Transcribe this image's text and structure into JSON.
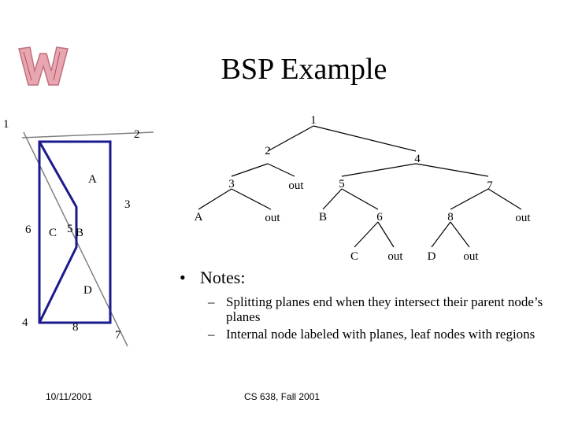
{
  "slide": {
    "title": "BSP Example"
  },
  "scene": {
    "plane_labels": [
      "1",
      "2",
      "3",
      "4",
      "5",
      "6",
      "7",
      "8"
    ],
    "region_labels": [
      "A",
      "B",
      "C",
      "D"
    ]
  },
  "tree": {
    "nodes": [
      "1",
      "2",
      "4",
      "3",
      "out",
      "5",
      "7",
      "A",
      "out",
      "B",
      "6",
      "8",
      "out",
      "C",
      "out",
      "D",
      "out"
    ]
  },
  "notes": {
    "heading": "Notes:",
    "items": [
      "Splitting planes end when they intersect their parent node’s planes",
      "Internal node labeled with planes, leaf nodes with regions"
    ]
  },
  "footer": {
    "date": "10/11/2001",
    "course": "CS 638, Fall 2001"
  },
  "colors": {
    "rectangle": "#1a1a8c",
    "line": "#808080",
    "logo": "#e8a6b0"
  }
}
